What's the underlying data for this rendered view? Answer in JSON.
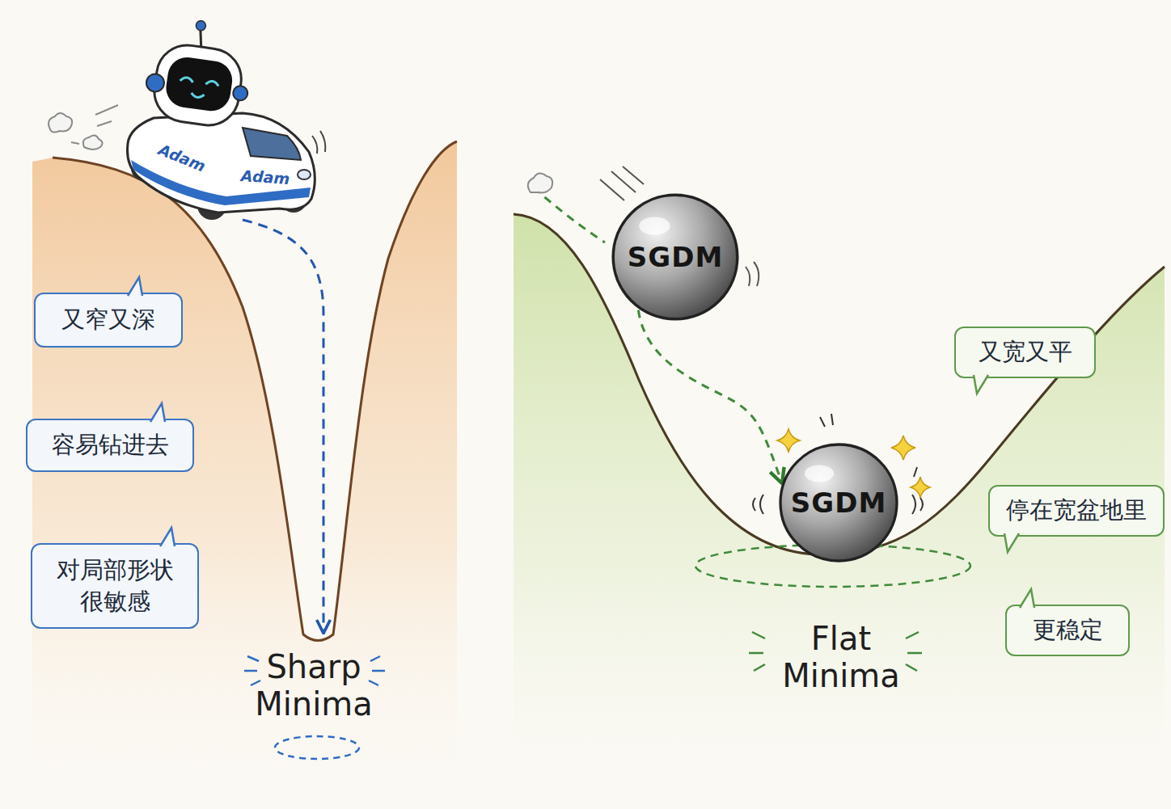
{
  "diagram": {
    "nodes": [
      {
        "text": [
          "Adam",
          "Adam"
        ]
      },
      {
        "text": [
          "又窄又深"
        ]
      },
      {
        "text": [
          "容易钻进去"
        ]
      },
      {
        "text": [
          "对局部形状 很敏感"
        ]
      },
      {
        "text": [
          "SGDM"
        ]
      },
      {
        "text": [
          "又宽又平"
        ]
      },
      {
        "text": [
          "SGDM"
        ]
      },
      {
        "text": [
          "停在宽盆地里"
        ]
      },
      {
        "text": [
          "更稳定"
        ]
      }
    ],
    "edges": [
      {
        "from": 4,
        "to": 6,
        "arrow": "to"
      }
    ],
    "labels": [
      "Sharp Minima",
      "Flat Minima"
    ]
  }
}
